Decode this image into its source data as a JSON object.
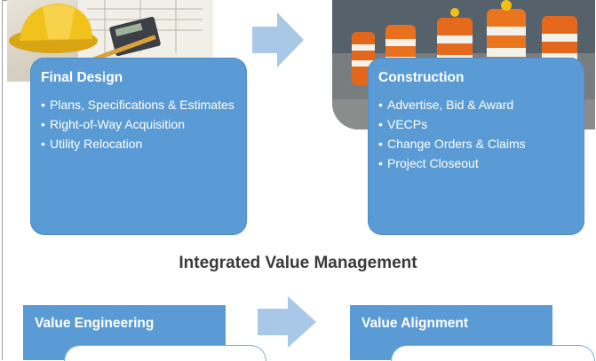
{
  "stages": [
    {
      "title": "Final Design",
      "items": [
        "Plans, Specifications & Estimates",
        "Right-of-Way Acquisition",
        "Utility Relocation"
      ]
    },
    {
      "title": "Construction",
      "items": [
        "Advertise, Bid & Award",
        "VECPs",
        "Change Orders & Claims",
        "Project Closeout"
      ]
    }
  ],
  "section_heading": "Integrated Value Management",
  "value_blocks": [
    {
      "title": "Value Engineering"
    },
    {
      "title": "Value Alignment"
    }
  ],
  "colors": {
    "card_blue": "#5b9bd5",
    "arrow_blue": "#a9c8e8",
    "heading_text": "#3a3a3a"
  },
  "icons": {
    "left_photo": "hardhat-blueprints-photo",
    "right_photo": "construction-barrels-photo",
    "flow_arrow": "right-arrow-icon"
  }
}
